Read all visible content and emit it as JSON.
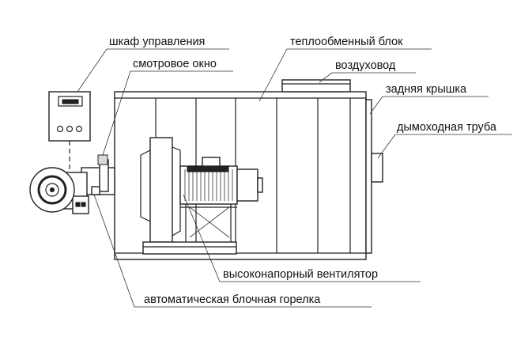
{
  "labels": {
    "control_cabinet": "шкаф управления",
    "sight_window": "смотровое окно",
    "heat_exchanger": "теплообменный блок",
    "air_duct": "воздуховод",
    "rear_cover": "задняя крышка",
    "chimney": "дымоходная труба",
    "fan": "высоконапорный вентилятор",
    "burner": "автоматическая блочная горелка"
  }
}
